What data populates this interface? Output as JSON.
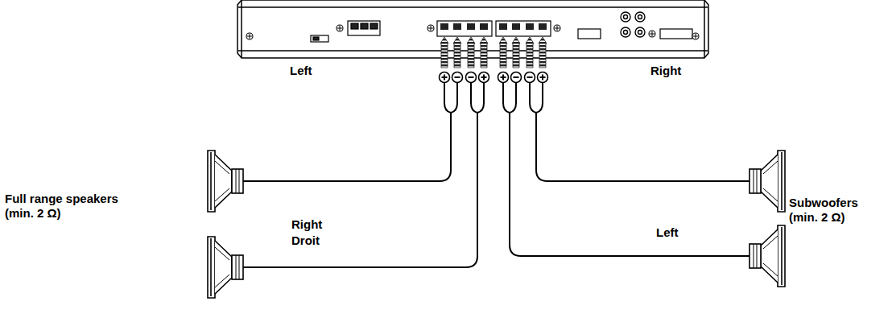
{
  "diagram": {
    "labels": [
      "Left",
      "Right",
      "Full range speakers",
      "(min. 2 Ω)",
      "Right",
      "Droit",
      "Subwoofers",
      "(min. 2 Ω)",
      "Left"
    ]
  }
}
